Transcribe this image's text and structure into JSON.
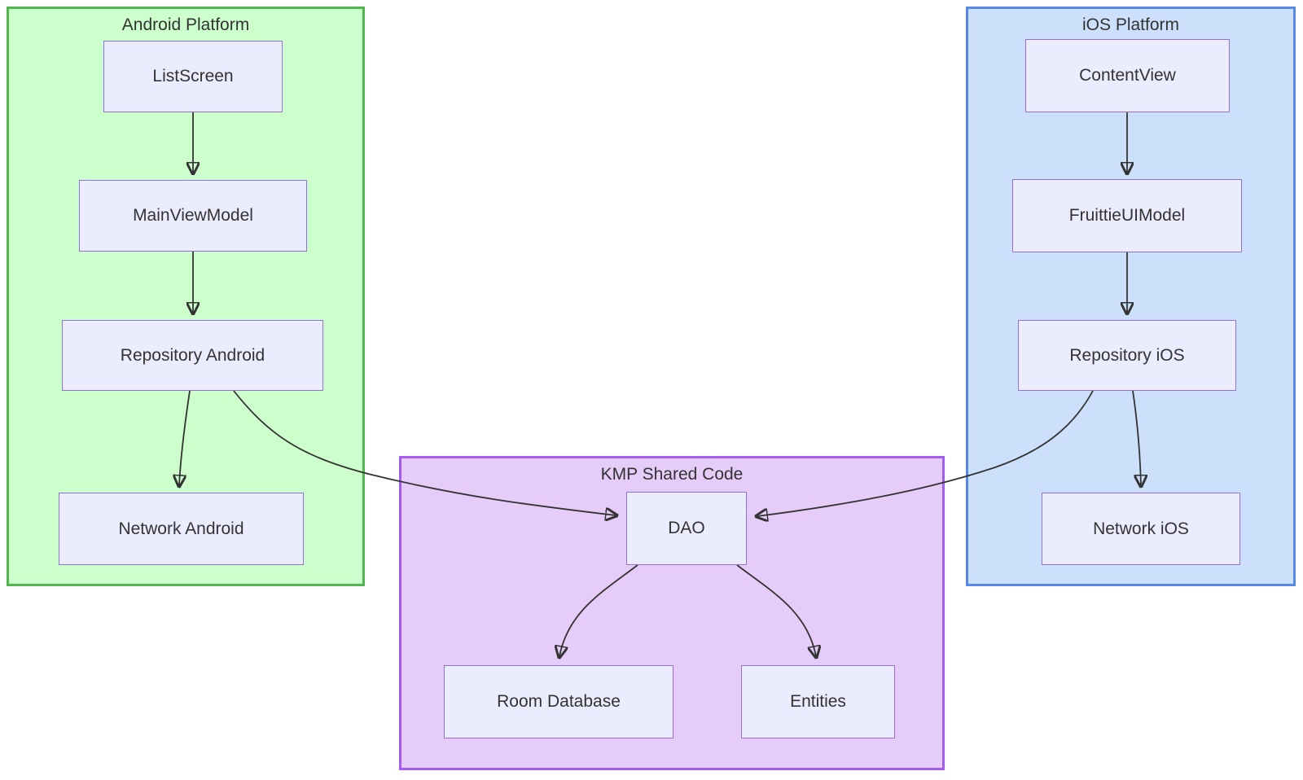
{
  "diagram": {
    "type": "flowchart",
    "direction": "top-down",
    "groups": [
      {
        "id": "android",
        "label": "Android Platform",
        "fill": "#ccffcc",
        "border": "#4fb84f",
        "nodes": [
          {
            "id": "listscreen",
            "label": "ListScreen"
          },
          {
            "id": "mainviewmodel",
            "label": "MainViewModel"
          },
          {
            "id": "repository-android",
            "label": "Repository Android"
          },
          {
            "id": "network-android",
            "label": "Network Android"
          }
        ]
      },
      {
        "id": "ios",
        "label": "iOS Platform",
        "fill": "#cce0fb",
        "border": "#5588e8",
        "nodes": [
          {
            "id": "contentview",
            "label": "ContentView"
          },
          {
            "id": "fruittieuimodel",
            "label": "FruittieUIModel"
          },
          {
            "id": "repository-ios",
            "label": "Repository iOS"
          },
          {
            "id": "network-ios",
            "label": "Network iOS"
          }
        ]
      },
      {
        "id": "kmp",
        "label": "KMP Shared Code",
        "fill": "#e6ccf8",
        "border": "#a35bf0",
        "nodes": [
          {
            "id": "dao",
            "label": "DAO"
          },
          {
            "id": "room-database",
            "label": "Room Database"
          },
          {
            "id": "entities",
            "label": "Entities"
          }
        ]
      }
    ],
    "node_style": {
      "fill": "#ececff",
      "border": "#9370db",
      "text": "#333333"
    },
    "edge_color": "#333333",
    "edges": [
      {
        "from": "ListScreen",
        "to": "MainViewModel"
      },
      {
        "from": "MainViewModel",
        "to": "Repository Android"
      },
      {
        "from": "Repository Android",
        "to": "Network Android"
      },
      {
        "from": "Repository Android",
        "to": "DAO"
      },
      {
        "from": "ContentView",
        "to": "FruittieUIModel"
      },
      {
        "from": "FruittieUIModel",
        "to": "Repository iOS"
      },
      {
        "from": "Repository iOS",
        "to": "Network iOS"
      },
      {
        "from": "Repository iOS",
        "to": "DAO"
      },
      {
        "from": "DAO",
        "to": "Room Database"
      },
      {
        "from": "DAO",
        "to": "Entities"
      }
    ]
  }
}
